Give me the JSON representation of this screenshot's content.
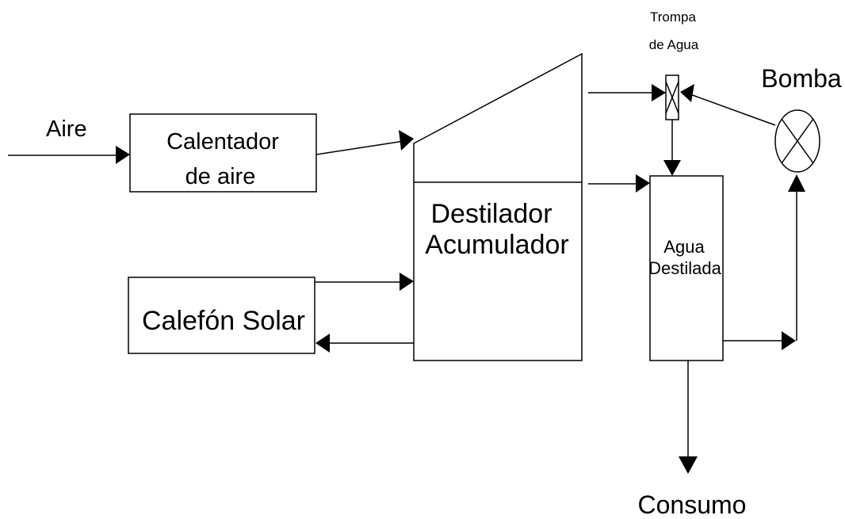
{
  "diagram": {
    "nodes": {
      "calentador": {
        "line1": "Calentador",
        "line2": "de aire"
      },
      "destilador": {
        "line1": "Destilador",
        "line2": "Acumulador"
      },
      "calefon": {
        "label": "Calefón Solar"
      },
      "agua": {
        "line1": "Agua",
        "line2": "Destilada"
      },
      "trompa": {
        "line1": "Trompa",
        "line2": "de Agua"
      },
      "bomba": {
        "label": "Bomba"
      }
    },
    "io": {
      "aire": "Aire",
      "consumo": "Consumo"
    }
  }
}
